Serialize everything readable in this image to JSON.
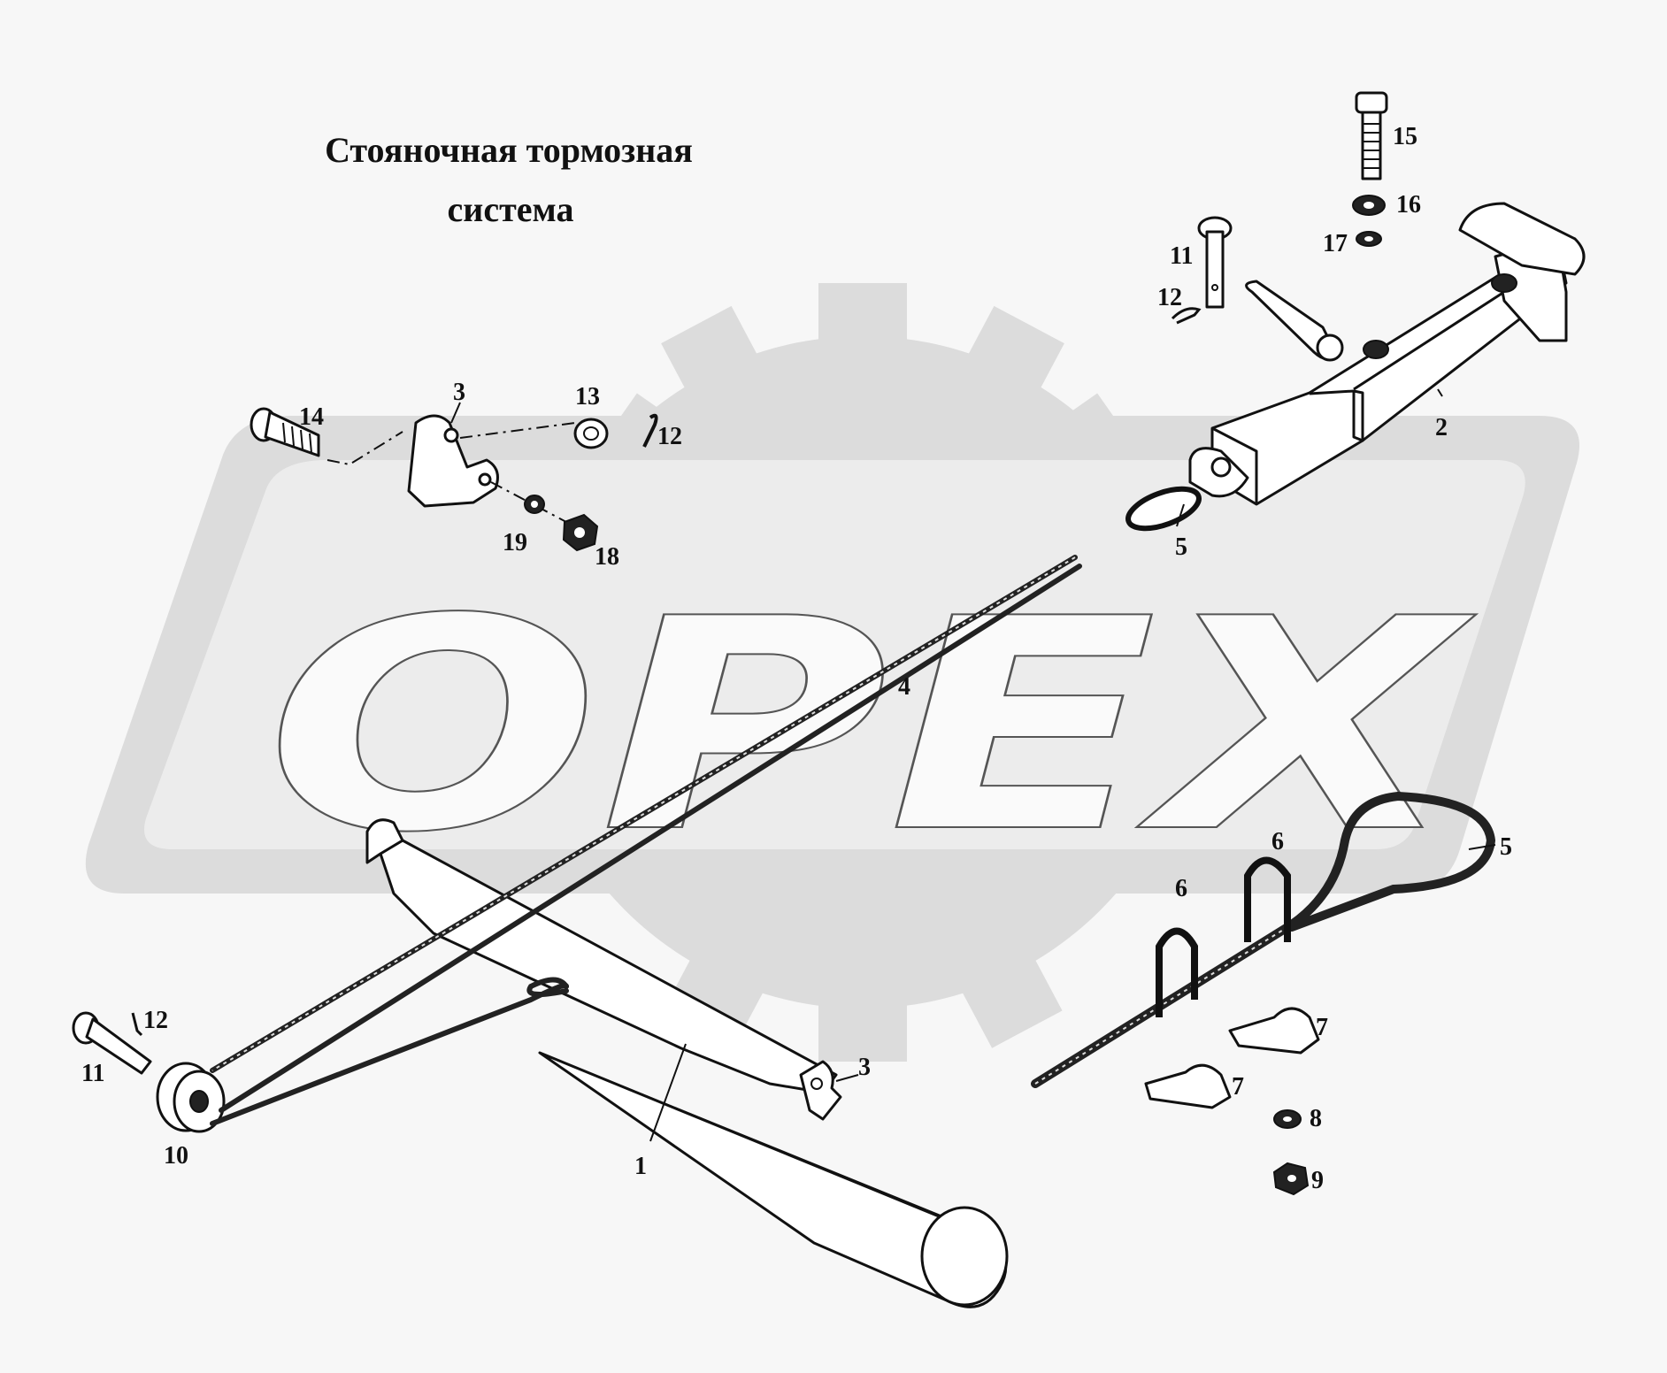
{
  "title": {
    "line1": "Стояночная тормозная",
    "line2": "система"
  },
  "watermark": {
    "text": "OPEX"
  },
  "colors": {
    "background": "#f7f7f7",
    "watermark_gray": "#dcdcdc",
    "ink": "#111111"
  },
  "callouts": [
    {
      "id": "c-14",
      "label": "14"
    },
    {
      "id": "c-3a",
      "label": "3"
    },
    {
      "id": "c-13",
      "label": "13"
    },
    {
      "id": "c-12a",
      "label": "12"
    },
    {
      "id": "c-19",
      "label": "19"
    },
    {
      "id": "c-18",
      "label": "18"
    },
    {
      "id": "c-15",
      "label": "15"
    },
    {
      "id": "c-16",
      "label": "16"
    },
    {
      "id": "c-17",
      "label": "17"
    },
    {
      "id": "c-11a",
      "label": "11"
    },
    {
      "id": "c-12b",
      "label": "12"
    },
    {
      "id": "c-2",
      "label": "2"
    },
    {
      "id": "c-5a",
      "label": "5"
    },
    {
      "id": "c-4",
      "label": "4"
    },
    {
      "id": "c-6a",
      "label": "6"
    },
    {
      "id": "c-6b",
      "label": "6"
    },
    {
      "id": "c-5b",
      "label": "5"
    },
    {
      "id": "c-7a",
      "label": "7"
    },
    {
      "id": "c-7b",
      "label": "7"
    },
    {
      "id": "c-8",
      "label": "8"
    },
    {
      "id": "c-9",
      "label": "9"
    },
    {
      "id": "c-12c",
      "label": "12"
    },
    {
      "id": "c-11b",
      "label": "11"
    },
    {
      "id": "c-3b",
      "label": "3"
    },
    {
      "id": "c-10",
      "label": "10"
    },
    {
      "id": "c-1",
      "label": "1"
    }
  ]
}
